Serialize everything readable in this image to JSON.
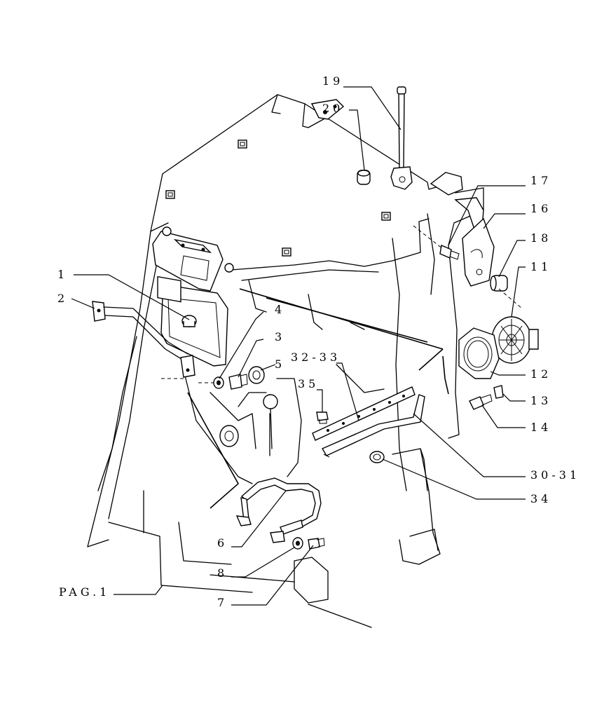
{
  "callouts": {
    "c1": "1",
    "c2": "2",
    "c3": "3",
    "c4": "4",
    "c5": "5",
    "c6": "6",
    "c7": "7",
    "c8": "8",
    "c11": "11",
    "c12": "12",
    "c13": "13",
    "c14": "14",
    "c16": "16",
    "c17": "17",
    "c18": "18",
    "c19": "19",
    "c20": "20",
    "c30_31": "30-31",
    "c32_33": "32-33",
    "c34": "34",
    "c35": "35"
  },
  "page_reference": "PAG.1"
}
